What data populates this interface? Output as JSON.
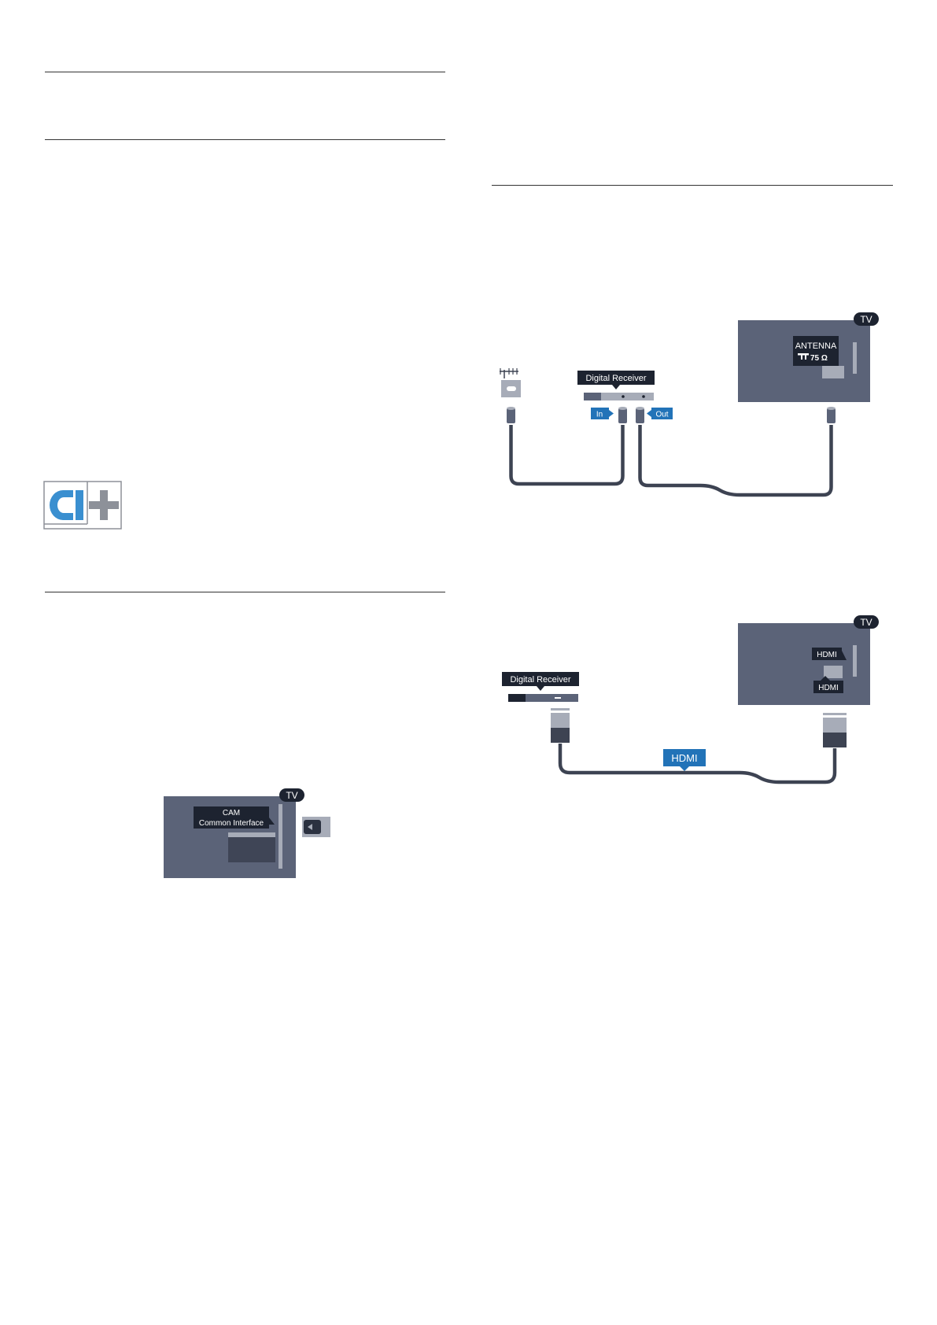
{
  "colors": {
    "tv_body": "#5b6378",
    "label_bg": "#1d2330",
    "blue_tag": "#2273b8",
    "cable": "#3d4352",
    "rule": "#333333",
    "ci_blue": "#3a8fd0",
    "ci_gray": "#8d9199"
  },
  "icons": {
    "ci_logo": "ci-plus-logo",
    "antenna": "antenna-icon",
    "coax": "coax-plug-icon",
    "hdmi": "hdmi-plug-icon"
  },
  "ci_logo": {
    "text": "CI+"
  },
  "cam_diagram": {
    "tv_badge": "TV",
    "label_line1": "CAM",
    "label_line2": "Common Interface"
  },
  "antenna_diagram": {
    "tv_badge": "TV",
    "receiver_label": "Digital Receiver",
    "in_label": "In",
    "out_label": "Out",
    "antenna_label": "ANTENNA",
    "impedance": "75 Ω"
  },
  "hdmi_diagram": {
    "tv_badge": "TV",
    "receiver_label": "Digital Receiver",
    "hdmi_port_top": "HDMI",
    "hdmi_port_bottom": "HDMI",
    "cable_label": "HDMI"
  }
}
